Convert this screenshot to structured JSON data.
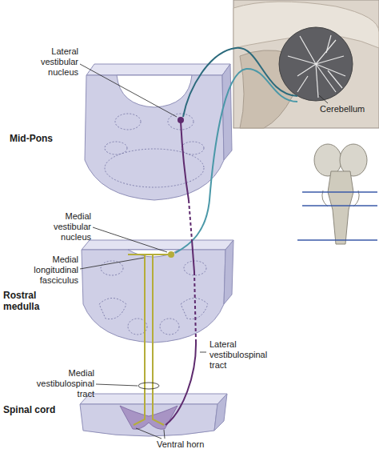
{
  "diagram": {
    "labels": [
      "Lateral vestibular nucleus",
      "Cerebellum",
      "Mid-Pons",
      "Medial vestibular nucleus",
      "Rostral medulla",
      "Medial longitudinal fasciculus",
      "Lateral vestibulospinal tract",
      "Medial vestibulospinal tract",
      "Spinal cord",
      "Ventral horn"
    ]
  }
}
